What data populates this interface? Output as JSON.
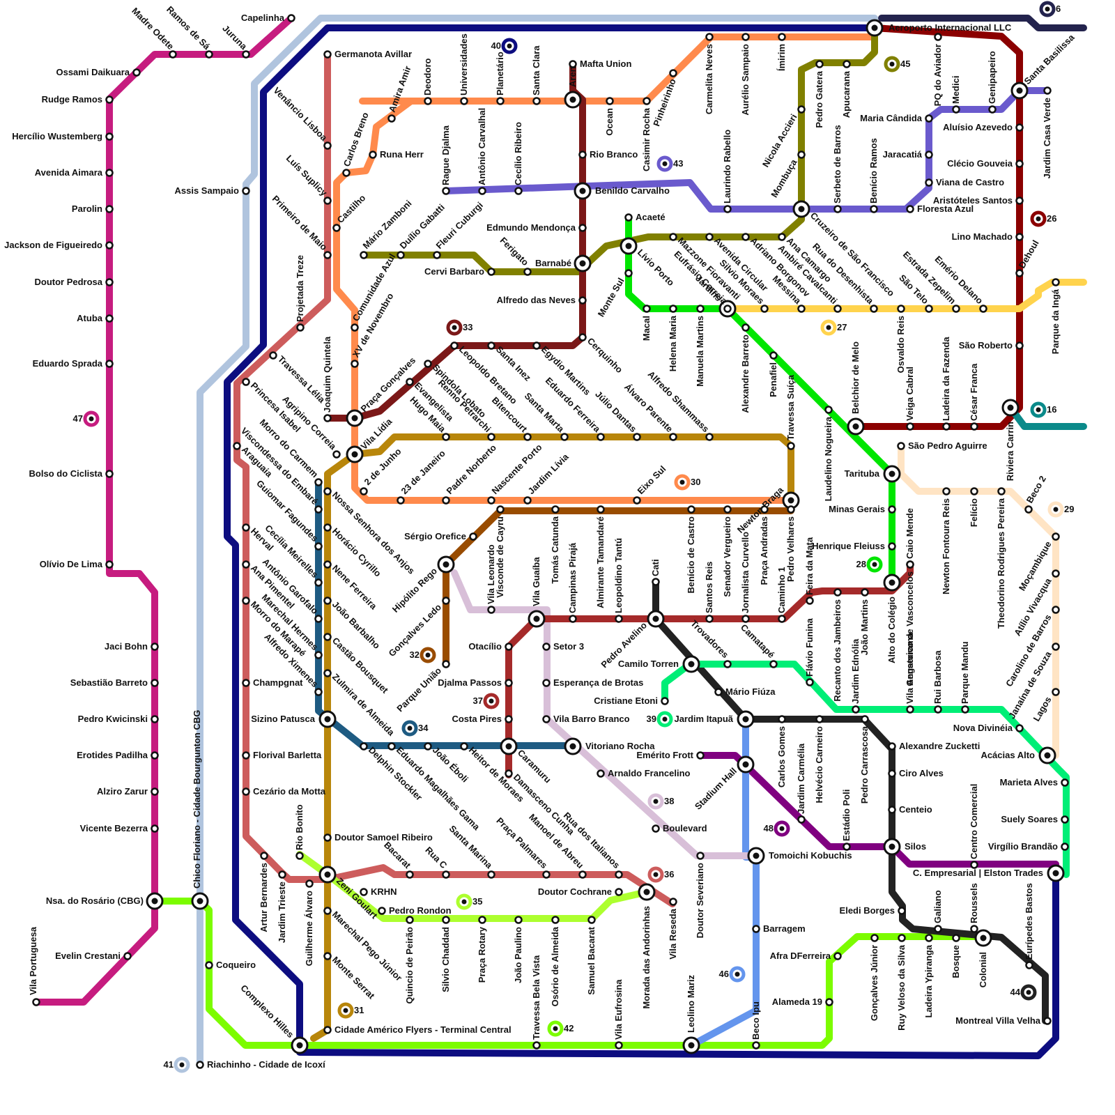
{
  "title": "",
  "lines": [
    {
      "name": "Magenta",
      "color": "#c61c7f"
    },
    {
      "name": "Light Blue",
      "color": "#b0c4de"
    },
    {
      "name": "Navy",
      "color": "#0d0d80"
    },
    {
      "name": "Salmon",
      "color": "#cd5c5c"
    },
    {
      "name": "Orange",
      "color": "#ff8a4c"
    },
    {
      "name": "Ochre",
      "color": "#b8860b"
    },
    {
      "name": "Olive",
      "color": "#808000"
    },
    {
      "name": "Maroon",
      "color": "#7b1818"
    },
    {
      "name": "Lavender",
      "color": "#6a5acd"
    },
    {
      "name": "Petrol",
      "color": "#1e5b82"
    },
    {
      "name": "Dark Red",
      "color": "#8b0000"
    },
    {
      "name": "Green",
      "color": "#00e600"
    },
    {
      "name": "Yellow",
      "color": "#ffd34d"
    },
    {
      "name": "Peach",
      "color": "#ffe4c4"
    },
    {
      "name": "Lime",
      "color": "#7cfc00"
    },
    {
      "name": "Black",
      "color": "#222222"
    },
    {
      "name": "Mint",
      "color": "#00ee76"
    },
    {
      "name": "Purple",
      "color": "#800080"
    },
    {
      "name": "Cornflower",
      "color": "#6495ed"
    },
    {
      "name": "Thistle",
      "color": "#d8bfd8"
    },
    {
      "name": "Brown",
      "color": "#994c00"
    },
    {
      "name": "Brick",
      "color": "#a52a2a"
    },
    {
      "name": "Indigo",
      "color": "#23234d"
    },
    {
      "name": "Teal",
      "color": "#0b8a8a"
    },
    {
      "name": "Light Lime",
      "color": "#adff2f"
    }
  ],
  "stations": [
    {
      "label": "Capelinha"
    },
    {
      "label": "Madre Odete"
    },
    {
      "label": "Ramos de Sá"
    },
    {
      "label": "Juruna"
    },
    {
      "label": "Ossami Daikuara"
    },
    {
      "label": "Rudge Ramos"
    },
    {
      "label": "Hercílio Wustemberg"
    },
    {
      "label": "Avenida Aimara"
    },
    {
      "label": "Parolin"
    },
    {
      "label": "Jackson de Figueiredo"
    },
    {
      "label": "Doutor Pedrosa"
    },
    {
      "label": "Atuba"
    },
    {
      "label": "Eduardo Sprada"
    },
    {
      "label": "Bolso do Ciclista"
    },
    {
      "label": "Olívio De Lima"
    },
    {
      "label": "Jaci Bohn"
    },
    {
      "label": "Sebastião Barreto"
    },
    {
      "label": "Pedro Kwicinski"
    },
    {
      "label": "Erotides Padilha"
    },
    {
      "label": "Alziro Zarur"
    },
    {
      "label": "Vicente Bezerra"
    },
    {
      "label": "Nsa. do Rosário (CBG)"
    },
    {
      "label": "Evelin Crestani"
    },
    {
      "label": "Vila Portuguesa"
    },
    {
      "label": "Assis Sampaio"
    },
    {
      "label": "Chico Floriano - Cidade Bourgunton CBG"
    },
    {
      "label": "Coqueiro"
    },
    {
      "label": "Riachinho - Cidade de Icoxí"
    },
    {
      "label": "Complexo Hilles"
    },
    {
      "label": "Germanota Avillar"
    },
    {
      "label": "Venâncio Lisboa"
    },
    {
      "label": "Luís Suplicy"
    },
    {
      "label": "Primeiro de Maio"
    },
    {
      "label": "Carlos Breno"
    },
    {
      "label": "Castilho"
    },
    {
      "label": "Amira Amir"
    },
    {
      "label": "Runa Herr"
    },
    {
      "label": "Deodoro"
    },
    {
      "label": "Universidades"
    },
    {
      "label": "Planetário"
    },
    {
      "label": "Santa Clara"
    },
    {
      "label": "Arena"
    },
    {
      "label": "Ocean"
    },
    {
      "label": "Casimir Rocha"
    },
    {
      "label": "Pinheirinho"
    },
    {
      "label": "Carmelita Neves"
    },
    {
      "label": "Aurélio Sampaio"
    },
    {
      "label": "Ímirim"
    },
    {
      "label": "Aeroporto Internacional LLC"
    },
    {
      "label": "Mafta Union"
    },
    {
      "label": "Rio Branco"
    },
    {
      "label": "Benildo Carvalho"
    },
    {
      "label": "Edmundo Mendonça"
    },
    {
      "label": "Barnabé"
    },
    {
      "label": "Alfredo das Neves"
    },
    {
      "label": "Cerquinho"
    },
    {
      "label": "Rague Djalma"
    },
    {
      "label": "Antônio Carvalhal"
    },
    {
      "label": "Cecílio Ribeiro"
    },
    {
      "label": "Mário Zamboni"
    },
    {
      "label": "Duílio Gabatti"
    },
    {
      "label": "Fleuri Cuburgi"
    },
    {
      "label": "Cervi Barbaro"
    },
    {
      "label": "Ferigato"
    },
    {
      "label": "Comunidade Azul"
    },
    {
      "label": "XV de Novembro"
    },
    {
      "label": "Praça Gonçalves"
    },
    {
      "label": "Vila Lídia"
    },
    {
      "label": "2 de Junho"
    },
    {
      "label": "23 de Janeiro"
    },
    {
      "label": "Padre  Norberto"
    },
    {
      "label": "Nascente Porto"
    },
    {
      "label": "Jardim Lívia"
    },
    {
      "label": "Eixo Sul"
    },
    {
      "label": "Newton Braga"
    },
    {
      "label": "Travessa Suíça"
    },
    {
      "label": "Projetada Treze"
    },
    {
      "label": "Joaquim Quintela"
    },
    {
      "label": "Travessa Lélia"
    },
    {
      "label": "Agripino Correia"
    },
    {
      "label": "Princesa Isabel"
    },
    {
      "label": "Morro do Carmem"
    },
    {
      "label": "Viscondessa do Embaré"
    },
    {
      "label": "Araguaia"
    },
    {
      "label": "Guiomar Fagundes"
    },
    {
      "label": "Herval"
    },
    {
      "label": "Cecília Meirelles"
    },
    {
      "label": "Antônio Garofalo"
    },
    {
      "label": "Ana Pimentel"
    },
    {
      "label": "Marechal Hermes"
    },
    {
      "label": "Morro do Marapé"
    },
    {
      "label": "Alfredo Ximenes"
    },
    {
      "label": "Champgnat"
    },
    {
      "label": "Sizino Patusca"
    },
    {
      "label": "Florival Barletta"
    },
    {
      "label": "Cezário da Motta"
    },
    {
      "label": "Artur Bernardes"
    },
    {
      "label": "Jardim Trieste"
    },
    {
      "label": "Rio Bonito"
    },
    {
      "label": "Guilherme Álvaro"
    },
    {
      "label": "Nossa Senhora dos Anjos"
    },
    {
      "label": "Horácio Cyrillo"
    },
    {
      "label": "Nene Ferreira"
    },
    {
      "label": "João Barbalho"
    },
    {
      "label": "Castão Bousquet"
    },
    {
      "label": "Zulmira de Almeida"
    },
    {
      "label": "Delphin Stockler"
    },
    {
      "label": "Eduardo Magalhães Gama"
    },
    {
      "label": "João Éboli"
    },
    {
      "label": "Heitor de Moraes"
    },
    {
      "label": "Doutor Samoel Ribeiro"
    },
    {
      "label": "Zeni Goulart"
    },
    {
      "label": "Marechal Pego Júnior"
    },
    {
      "label": "Monte Serrat"
    },
    {
      "label": "Cidade Américo Flyers - Terminal Central"
    },
    {
      "label": "KRHN"
    },
    {
      "label": "Pedro Rondon"
    },
    {
      "label": "Bacarat"
    },
    {
      "label": "Rua C"
    },
    {
      "label": "Santa Marina"
    },
    {
      "label": "Praça Palmares"
    },
    {
      "label": "Manoel de Abreu"
    },
    {
      "label": "Rua dos Italianos"
    },
    {
      "label": "Doutor Cochrane"
    },
    {
      "label": "Morada das Andorinhas"
    },
    {
      "label": "Vila Reseda"
    },
    {
      "label": "Quincio de Peirão"
    },
    {
      "label": "Silvio Chaddad"
    },
    {
      "label": "Praça Rotary"
    },
    {
      "label": "João Paulino"
    },
    {
      "label": "Osório de Almeida"
    },
    {
      "label": "Samuel Bacarat"
    },
    {
      "label": "Travessa Bela Vista"
    },
    {
      "label": "Vila Eufrosina"
    },
    {
      "label": "Leolino Mariz"
    },
    {
      "label": "Beco Ipu"
    },
    {
      "label": "Alameda 19"
    },
    {
      "label": "Afra DFerreira"
    },
    {
      "label": "Gonçalves Júnior"
    },
    {
      "label": "Ruy Veloso da Silva"
    },
    {
      "label": "Ladeira Ypiranga"
    },
    {
      "label": "Bosque"
    },
    {
      "label": "Colonial"
    },
    {
      "label": "Eurípedes Bastos"
    },
    {
      "label": "Montreal Villa Velha"
    },
    {
      "label": "Galiano"
    },
    {
      "label": "Roussels"
    },
    {
      "label": "Eledi Borges"
    },
    {
      "label": "Leopoldo Bretano"
    },
    {
      "label": "Santa Inez"
    },
    {
      "label": "Egydio Martins"
    },
    {
      "label": "Spindola Lobato"
    },
    {
      "label": "Evangelista"
    },
    {
      "label": "Hugo Maia"
    },
    {
      "label": "Renno Petrarchi"
    },
    {
      "label": "Bitencourt"
    },
    {
      "label": "Santa Marta"
    },
    {
      "label": "Eduardo Ferreira"
    },
    {
      "label": "Júlio Dantas"
    },
    {
      "label": "Álvaro Parente"
    },
    {
      "label": "Alfredo Shammass"
    },
    {
      "label": "Sérgio Orefice"
    },
    {
      "label": "Hipólito Rego"
    },
    {
      "label": "Gonçalves Ledo"
    },
    {
      "label": "Parque União"
    },
    {
      "label": "Vila Leonardo"
    },
    {
      "label": "Visconde de Cayru"
    },
    {
      "label": "Vila Guaíba"
    },
    {
      "label": "Tomás Catunda"
    },
    {
      "label": "Campinas Pirajá"
    },
    {
      "label": "Almirante Tamandaré"
    },
    {
      "label": "Leopoldino Tantú"
    },
    {
      "label": "Cati"
    },
    {
      "label": "Benício de Castro"
    },
    {
      "label": "Santos Reis"
    },
    {
      "label": "Senador Vergueiro"
    },
    {
      "label": "Jornalista Curvello"
    },
    {
      "label": "Praça Andradas"
    },
    {
      "label": "Caminho 1"
    },
    {
      "label": "Pedro Velhares"
    },
    {
      "label": "Otacílio"
    },
    {
      "label": "Djalma Passos"
    },
    {
      "label": "Costa Pires"
    },
    {
      "label": "Caramuru"
    },
    {
      "label": "Damasceno Cunha"
    },
    {
      "label": "Setor 3"
    },
    {
      "label": "Esperança de Brotas"
    },
    {
      "label": "Vila Barro Branco"
    },
    {
      "label": "Vitoriano Rocha"
    },
    {
      "label": "Arnaldo Francelino"
    },
    {
      "label": "Boulevard"
    },
    {
      "label": "Doutor Severiano"
    },
    {
      "label": "Tomoichi Kobuchis"
    },
    {
      "label": "Barragem"
    },
    {
      "label": "Stadium Hall"
    },
    {
      "label": "Emérito Frott"
    },
    {
      "label": "Pedro Avelino"
    },
    {
      "label": "Camilo Torren"
    },
    {
      "label": "Trovadores"
    },
    {
      "label": "Camatapé"
    },
    {
      "label": "Mário Fiúza"
    },
    {
      "label": "Cristiane Etoni"
    },
    {
      "label": "Jardim Itapuã"
    },
    {
      "label": "Carlos Gomes"
    },
    {
      "label": "Jardim Carmélia"
    },
    {
      "label": "Helvécio Carneiro"
    },
    {
      "label": "Estádio Poli"
    },
    {
      "label": "Pedro Carrascosa"
    },
    {
      "label": "Silos"
    },
    {
      "label": "Alexandre Zucketti"
    },
    {
      "label": "Ciro Alves"
    },
    {
      "label": "Centeio"
    },
    {
      "label": "C. Empresarial | Elston Trades"
    },
    {
      "label": "Centro Comercial"
    },
    {
      "label": "Flávio Funina"
    },
    {
      "label": "Feira da Mata"
    },
    {
      "label": "Recanto dos Jambeiros"
    },
    {
      "label": "Jardim Ednólia"
    },
    {
      "label": "João Martins"
    },
    {
      "label": "Alto do Colégio"
    },
    {
      "label": "Genserico de Vasconcelos"
    },
    {
      "label": "Caio Mende"
    },
    {
      "label": "Vila Angaturama"
    },
    {
      "label": "Rui Barbosa"
    },
    {
      "label": "Parque Mandu"
    },
    {
      "label": "Nova Divinéia"
    },
    {
      "label": "Acácias Alto"
    },
    {
      "label": "Marieta Alves"
    },
    {
      "label": "Suely Soares"
    },
    {
      "label": "Virgílio Brandão"
    },
    {
      "label": "Lagos"
    },
    {
      "label": "Janaína de Souza"
    },
    {
      "label": "Carolino de Barros"
    },
    {
      "label": "Atílio Vivacqua"
    },
    {
      "label": "Moçambique"
    },
    {
      "label": "Beco 2"
    },
    {
      "label": "Theodorino Rodrigues Pereira"
    },
    {
      "label": "Felício"
    },
    {
      "label": "Newton Fontoura Reis"
    },
    {
      "label": "São Pedro Aguirre"
    },
    {
      "label": "Tarituba"
    },
    {
      "label": "Minas Gerais"
    },
    {
      "label": "Henrique Fleiuss"
    },
    {
      "label": "Riviera Carrin"
    },
    {
      "label": "César Franca"
    },
    {
      "label": "Ladeira da Fazenda"
    },
    {
      "label": "Veiga Cabral"
    },
    {
      "label": "Belchior de Melo"
    },
    {
      "label": "Laudelino Nogueira"
    },
    {
      "label": "Penafiel"
    },
    {
      "label": "Alexandre Barreto"
    },
    {
      "label": "Jardins"
    },
    {
      "label": "Manuela Martins"
    },
    {
      "label": "Helena Maria"
    },
    {
      "label": "Macal"
    },
    {
      "label": "Monte Sul"
    },
    {
      "label": "Lívio Porto"
    },
    {
      "label": "Acaeté"
    },
    {
      "label": "Mazzone Fioravanti"
    },
    {
      "label": "Avenida Circular"
    },
    {
      "label": "Eufrásio Correia"
    },
    {
      "label": "Adriano Borgonov"
    },
    {
      "label": "Silvio Moraes"
    },
    {
      "label": "Ana Camargo"
    },
    {
      "label": "Messina"
    },
    {
      "label": "Ambiré Cavalcanti"
    },
    {
      "label": "Cruzeiro de São Francisco"
    },
    {
      "label": "Rua do Desenhista"
    },
    {
      "label": "Osvaldo Reis"
    },
    {
      "label": "São Telo"
    },
    {
      "label": "Estrada Zepelim"
    },
    {
      "label": "Emério Delano"
    },
    {
      "label": "Parque da Ingá"
    },
    {
      "label": "Dehoul"
    },
    {
      "label": "São Roberto"
    },
    {
      "label": "Santa Basilissa"
    },
    {
      "label": "Jardim Casa Verde"
    },
    {
      "label": "Aluísio Azevedo"
    },
    {
      "label": "Clécio Gouveia"
    },
    {
      "label": "Aristóteles Santos"
    },
    {
      "label": "Lino Machado"
    },
    {
      "label": "Maria Cândida"
    },
    {
      "label": "Medici"
    },
    {
      "label": "Genipapeiro"
    },
    {
      "label": "PQ do Aviador"
    },
    {
      "label": "Jaracatiá"
    },
    {
      "label": "Viana de Castro"
    },
    {
      "label": "Floresta Azul"
    },
    {
      "label": "Benício Ramos"
    },
    {
      "label": "Serbeto de Barros"
    },
    {
      "label": "Pedro Gatera"
    },
    {
      "label": "Apucarana"
    },
    {
      "label": "Nicola Accieri"
    },
    {
      "label": "Mombuça"
    },
    {
      "label": "Laurindo Rabello"
    }
  ],
  "badges": [
    "40",
    "45",
    "6",
    "43",
    "26",
    "33",
    "27",
    "47",
    "16",
    "28",
    "29",
    "30",
    "32",
    "37",
    "39",
    "34",
    "38",
    "48",
    "36",
    "35",
    "46",
    "31",
    "42",
    "41",
    "44"
  ]
}
